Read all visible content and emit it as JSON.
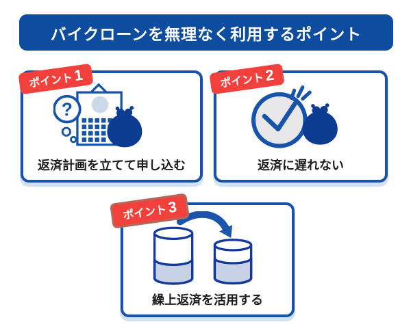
{
  "title": "バイクローンを無理なく利用するポイント",
  "cards": [
    {
      "badge_text": "ポイント",
      "badge_number": "1",
      "caption": "返済計画を立てて申し込む",
      "icon": "calendar-question-purse-icon"
    },
    {
      "badge_text": "ポイント",
      "badge_number": "2",
      "caption": "返済に遅れない",
      "icon": "clock-purse-icon"
    },
    {
      "badge_text": "ポイント",
      "badge_number": "3",
      "caption": "繰上返済を活用する",
      "icon": "coin-stack-transfer-icon"
    }
  ],
  "colors": {
    "title_bar_blue": "#0d4c9e",
    "card_border_blue": "#1a52a7",
    "icon_outline_blue": "#1753a8",
    "purse_navy": "#0c3c92",
    "badge_red": "#f2413d",
    "badge3_outline": "#b2695c",
    "card_shadow_light_blue": "#cfe2f5",
    "clock_face_gray": "#e8e8ea",
    "cylinder_liquid": "#c8d2e6",
    "calendar_photo_circle": "#ccd9e8",
    "arrow_blue": "#1d55ad"
  }
}
